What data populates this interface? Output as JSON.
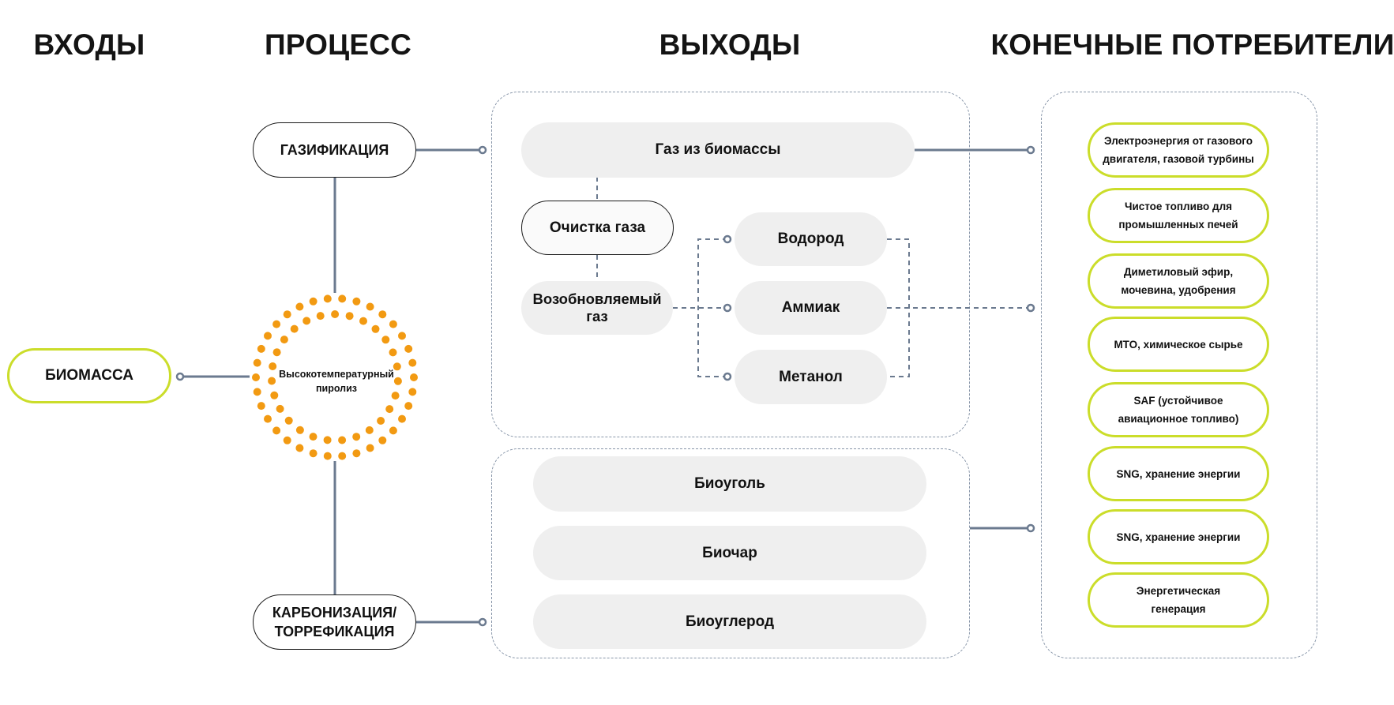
{
  "headings": {
    "inputs": "ВХОДЫ",
    "process": "ПРОЦЕСС",
    "outputs": "ВЫХОДЫ",
    "end_users": "КОНЕЧНЫЕ ПОТРЕБИТЕЛИ"
  },
  "inputs": {
    "biomass": "БИОМАССА"
  },
  "process": {
    "gasification": "ГАЗИФИКАЦИЯ",
    "pyrolysis_line1": "Высокотемпературный",
    "pyrolysis_line2": "пиролиз",
    "carbonization_line1": "КАРБОНИЗАЦИЯ/",
    "carbonization_line2": "ТОРРЕФИКАЦИЯ"
  },
  "outputs": {
    "gas_group": {
      "biomass_gas": "Газ из биомассы",
      "gas_cleaning": "Очистка газа",
      "renewable_gas": "Возобновляемый газ",
      "products": [
        "Водород",
        "Аммиак",
        "Метанол"
      ]
    },
    "solid_group": [
      "Биоуголь",
      "Биочар",
      "Биоуглерод"
    ]
  },
  "end_users": [
    {
      "line1": "Электроэнергия от газового",
      "line2": "двигателя, газовой турбины"
    },
    {
      "line1": "Чистое топливо для",
      "line2": "промышленных печей"
    },
    {
      "line1": "Диметиловый эфир,",
      "line2": "мочевина, удобрения"
    },
    {
      "line1": "МТО, химическое сырье",
      "line2": ""
    },
    {
      "line1": "SAF (устойчивое",
      "line2": "авиационное топливо)"
    },
    {
      "line1": "SNG, хранение энергии",
      "line2": ""
    },
    {
      "line1": "SNG, хранение энергии",
      "line2": ""
    },
    {
      "line1": "Энергетическая",
      "line2": "генерация"
    }
  ],
  "colors": {
    "connector": "#6b7a8f",
    "dashed_border": "#8795a8",
    "consumer_border": "#cbdd2a",
    "pyrolysis_dots": "#f29a12",
    "output_fill": "#efefef"
  }
}
